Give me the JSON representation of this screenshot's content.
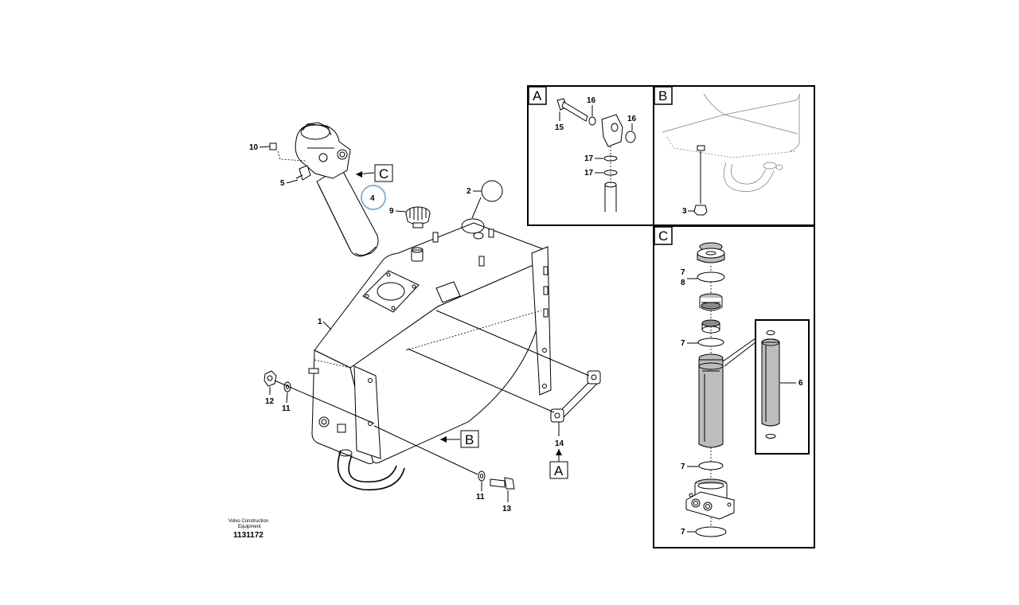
{
  "labels": {
    "p1": "1",
    "p2": "2",
    "p3": "3",
    "p4": "4",
    "p5": "5",
    "p6": "6",
    "p7": "7",
    "p8": "8",
    "p9": "9",
    "p10": "10",
    "p11": "11",
    "p12": "12",
    "p13": "13",
    "p14": "14",
    "p15": "15",
    "p16": "16",
    "p17": "17"
  },
  "panels": {
    "a": "A",
    "b": "B",
    "c": "C"
  },
  "callouts": {
    "a": "A",
    "b": "B",
    "c": "C"
  },
  "credit": {
    "line1": "Volvo Construction",
    "line2": "Equipment"
  },
  "doc_number": "1131172",
  "highlight_color": "#8fb0d8"
}
